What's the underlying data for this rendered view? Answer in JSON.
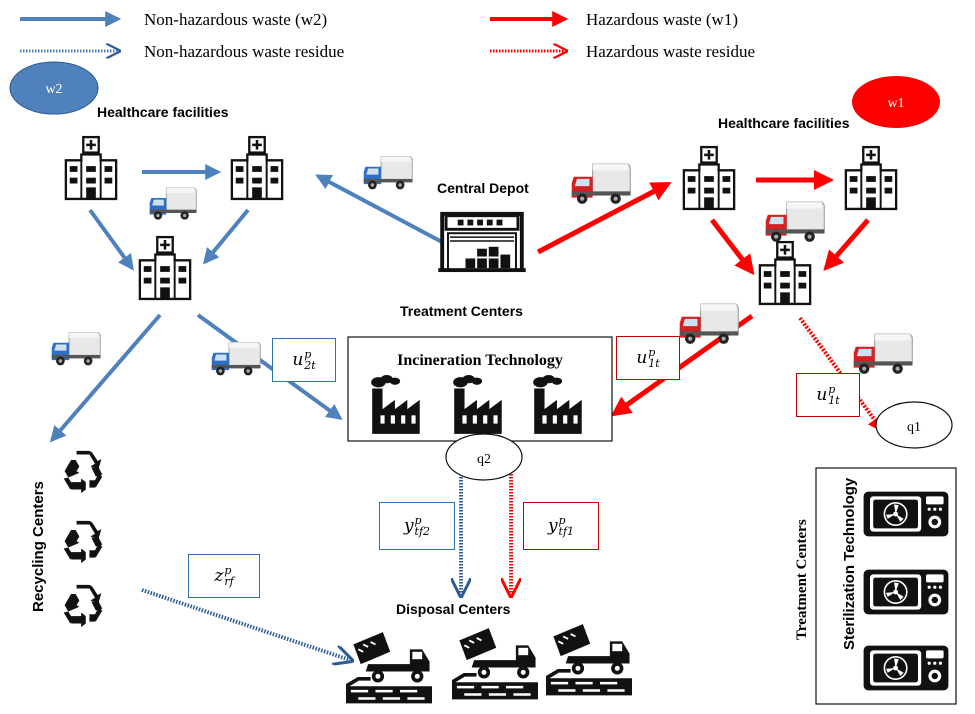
{
  "colors": {
    "blue": "#4F81BD",
    "red": "#FF0000",
    "dark": "#111111",
    "blue_dark": "#2E5A96"
  },
  "legend": {
    "non_haz": "Non-hazardous waste (w2)",
    "non_haz_residue": "Non-hazardous waste residue",
    "haz": "Hazardous waste (w1)",
    "haz_residue": "Hazardous waste residue"
  },
  "nodes": {
    "w2": "w2",
    "w1": "w1",
    "q1": "q1",
    "q2": "q2",
    "healthcare_left": "Healthcare facilities",
    "healthcare_right": "Healthcare facilities",
    "central_depot": "Central Depot",
    "treatment_centers": "Treatment Centers",
    "incineration": "Incineration Technology",
    "recycling": "Recycling Centers",
    "disposal": "Disposal Centers",
    "treatment_centers_vertical": "Treatment Centers",
    "sterilization": "Sterilization Technology"
  },
  "variables": {
    "u2t": {
      "base": "u",
      "sup": "p",
      "sub": "2t"
    },
    "u1t_a": {
      "base": "u",
      "sup": "p",
      "sub": "1t"
    },
    "u1t_b": {
      "base": "u",
      "sup": "p",
      "sub": "1t"
    },
    "ytf2": {
      "base": "y",
      "sup": "p",
      "sub": "tf2"
    },
    "ytf1": {
      "base": "y",
      "sup": "p",
      "sub": "tf1"
    },
    "zrf": {
      "base": "z",
      "sup": "p",
      "sub": "rf"
    }
  },
  "icons": [
    "hospital-icon",
    "truck-icon",
    "depot-icon",
    "factory-icon",
    "recycle-icon",
    "dump-truck-icon",
    "sterilizer-icon"
  ]
}
